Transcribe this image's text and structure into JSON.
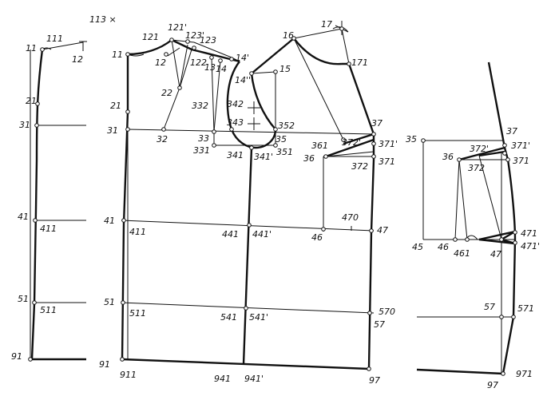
{
  "labels": {
    "l11": "11",
    "l111": "111",
    "l12": "12",
    "l21": "21",
    "l31": "31",
    "l41": "41",
    "l411": "411",
    "l51": "51",
    "l511": "511",
    "l91": "91",
    "m113": "113 ×",
    "m121": "121",
    "m121p": "121'",
    "m123p": "123'",
    "m123": "123",
    "m11": "11",
    "m12": "12",
    "m122": "122",
    "m13": "13",
    "m14": "14",
    "m14p": "14'",
    "m14pp": "14''",
    "m16": "16",
    "m17": "17",
    "m15": "15",
    "m171": "171",
    "m21": "21",
    "m22": "22",
    "m332": "332",
    "m342": "342",
    "m343": "343",
    "m352": "352",
    "m31": "31",
    "m32": "32",
    "m33": "33",
    "m35": "35",
    "m331": "331",
    "m341": "341",
    "m341p": "341'",
    "m351": "351",
    "m37": "37",
    "m361": "361",
    "m372p": "372'",
    "m371p": "371'",
    "m36": "36",
    "m372": "372",
    "m371": "371",
    "m41": "41",
    "m411": "411",
    "m441": "441",
    "m441p": "441'",
    "m46": "46",
    "m470": "470",
    "m47": "47",
    "m51": "51",
    "m511": "511",
    "m541": "541",
    "m541p": "541'",
    "m570": "570",
    "m57": "57",
    "m91": "91",
    "m911": "911",
    "m941": "941",
    "m941p": "941'",
    "m97": "97",
    "r35": "35",
    "r37": "37",
    "r372p": "372'",
    "r371p": "371'",
    "r36": "36",
    "r372": "372",
    "r371": "371",
    "r45": "45",
    "r46": "46",
    "r461": "461",
    "r47": "47",
    "r471": "471",
    "r471p": "471'",
    "r57": "57",
    "r571": "571",
    "r97": "97",
    "r971": "971"
  }
}
